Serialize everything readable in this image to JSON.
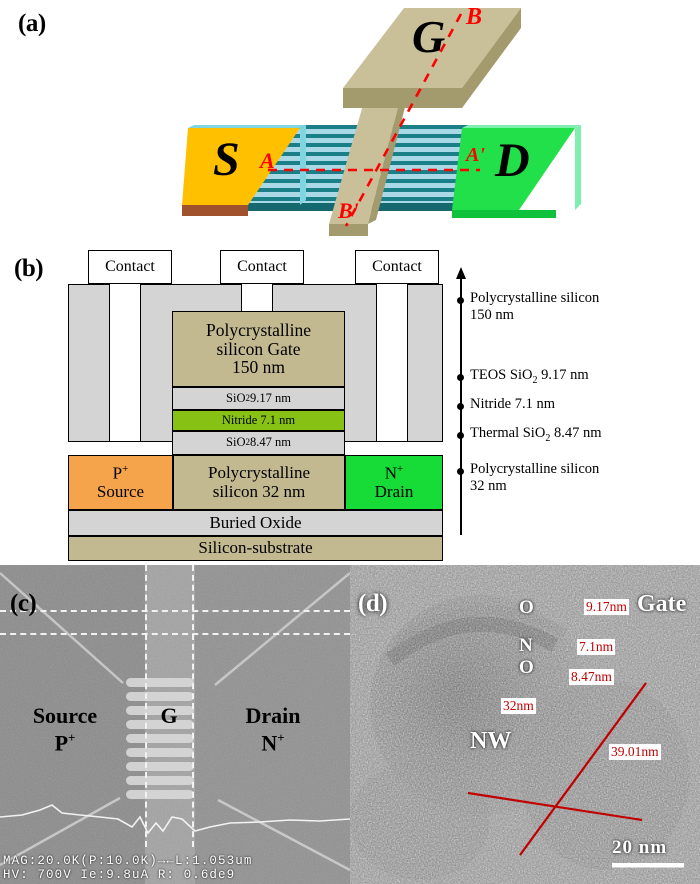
{
  "figure": {
    "panels": [
      "(a)",
      "(b)",
      "(c)",
      "(d)"
    ]
  },
  "panel_a": {
    "label": "(a)",
    "source_label": "S",
    "drain_label": "D",
    "gate_label": "G",
    "cut_a": "A",
    "cut_a_prime": "A'",
    "cut_b": "B",
    "cut_b_prime": "B'",
    "colors": {
      "source_pad": "#FFC000",
      "source_side": "#A0522D",
      "drain_pad": "#22E04A",
      "gate_pad": "#C9C09A",
      "gate_side": "#A39A6E",
      "nanowire_dark": "#1A7F86",
      "nanowire_light": "#A9D9E6",
      "cut_line": "#FF0000"
    }
  },
  "panel_b": {
    "label": "(b)",
    "contacts": [
      "Contact",
      "Contact",
      "Contact"
    ],
    "gate_block": "Polycrystalline silicon Gate 150 nm",
    "gate_block_lines": [
      "Polycrystalline",
      "silicon Gate",
      "150 nm"
    ],
    "layer_top_oxide": "SiO2 9.17 nm",
    "layer_top_oxide_parts": {
      "base": "SiO",
      "sub": "2",
      "rest": " 9.17 nm"
    },
    "layer_nitride": "Nitride 7.1 nm",
    "layer_bottom_oxide": "SiO2 8.47 nm",
    "layer_bottom_oxide_parts": {
      "base": "SiO",
      "sub": "2",
      "rest": " 8.47 nm"
    },
    "source_sup": "P",
    "source_sup_charge": "+",
    "source_name": "Source",
    "channel_lines": [
      "Polycrystalline",
      "silicon 32 nm"
    ],
    "drain_sup": "N",
    "drain_sup_charge": "+",
    "drain_name": "Drain",
    "buried_oxide": "Buried Oxide",
    "silicon_substrate": "Silicon-substrate",
    "annotations": [
      {
        "line1": "Polycrystalline silicon",
        "line2": "150 nm"
      },
      {
        "line1": "TEOS SiO",
        "sub": "2",
        "line2": " 9.17 nm"
      },
      {
        "line1": "Nitride 7.1 nm",
        "line2": ""
      },
      {
        "line1": "Thermal SiO",
        "sub": "2",
        "line2": " 8.47 nm"
      },
      {
        "line1": "Polycrystalline silicon",
        "line2": "32 nm"
      }
    ],
    "colors": {
      "oxide": "#D4D4D4",
      "poly": "#C2B991",
      "nitride": "#86C114",
      "source": "#F5A44C",
      "drain": "#17DB37",
      "contact": "#FFFFFF"
    }
  },
  "panel_c": {
    "label": "(c)",
    "source_label": "Source",
    "source_sup": "P",
    "source_charge": "+",
    "gate_label": "G",
    "drain_label": "Drain",
    "drain_sup": "N",
    "drain_charge": "+",
    "status_line_1": "MAG:20.0K(P:10.0K)→←L:1.053um",
    "status_line_2": "HV: 700V   Ie:9.8uA   R:   0.6de9"
  },
  "panel_d": {
    "label": "(d)",
    "gate_label": "Gate",
    "nw_label": "NW",
    "ono_letters": [
      "O",
      "N",
      "O"
    ],
    "callouts": [
      {
        "text": "9.17nm"
      },
      {
        "text": "7.1nm"
      },
      {
        "text": "8.47nm"
      },
      {
        "text": "32nm"
      },
      {
        "text": "39.01nm"
      }
    ],
    "scale_bar": "20 nm",
    "colors": {
      "callout_text": "#C00000",
      "callout_bg": "#FFFFFF",
      "measure_line": "#C00000"
    }
  }
}
